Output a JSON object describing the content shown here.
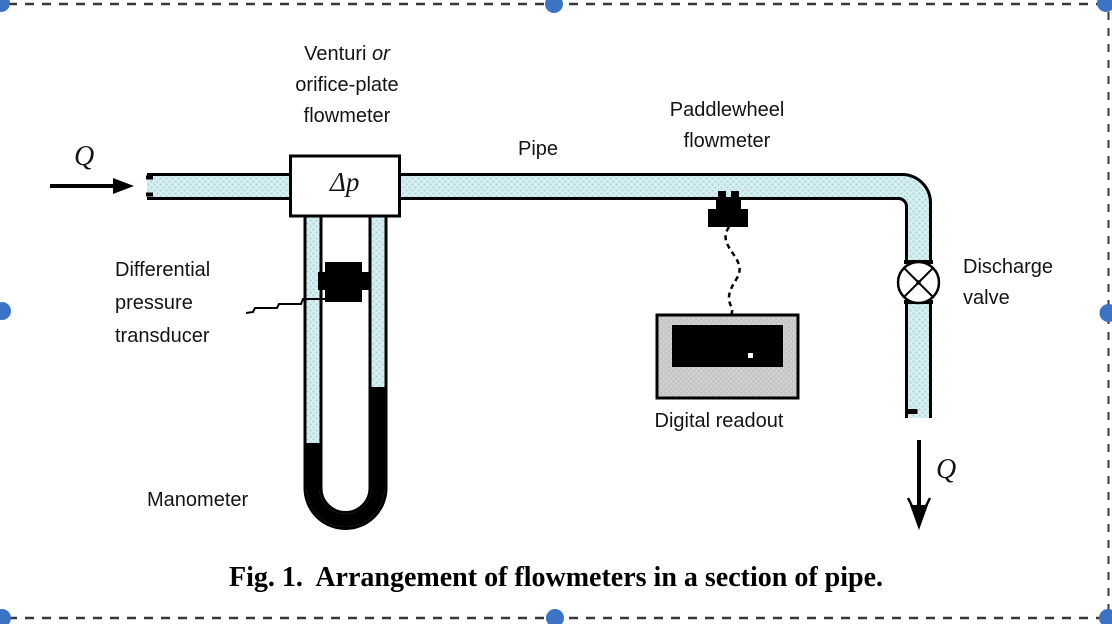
{
  "figure": {
    "caption": "Fig. 1.  Arrangement of flowmeters in a section of pipe.",
    "delta_p": "Δp",
    "flow_in_symbol": "Q",
    "flow_out_symbol": "Q",
    "labels": {
      "venturi": {
        "line1_regular": "Venturi",
        "line1_italic": "or",
        "line2": "orifice-plate",
        "line3": "flowmeter"
      },
      "pipe": "Pipe",
      "paddlewheel": {
        "line1": "Paddlewheel",
        "line2": "flowmeter"
      },
      "differential_transducer": {
        "line1": "Differential",
        "line2": "pressure",
        "line3": "transducer"
      },
      "manometer": "Manometer",
      "digital_readout": "Digital readout",
      "discharge_valve": {
        "line1": "Discharge",
        "line2": "valve"
      }
    },
    "colors": {
      "pipe_fill": "#d7eef0",
      "pipe_texture_dot": "#a6d8dc",
      "readout_body": "#c6c6c6",
      "readout_texture_dot": "#dcdcdc",
      "screen_black": "#000000",
      "outline_black": "#000000",
      "handle_blue": "#3b74c4",
      "selection_dash": "#383838",
      "label_text": "#141414"
    }
  }
}
